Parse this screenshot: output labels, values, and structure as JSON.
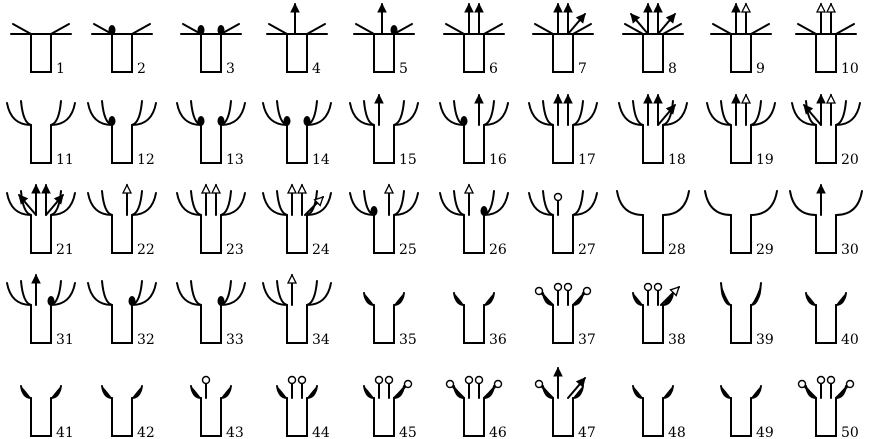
{
  "title": "",
  "figures": [
    {
      "label": "1",
      "arms": "flat",
      "marks": []
    },
    {
      "label": "2",
      "arms": "flat",
      "marks": [
        "bud-left"
      ]
    },
    {
      "label": "3",
      "arms": "flat",
      "marks": [
        "bud-left",
        "bud-right"
      ]
    },
    {
      "label": "4",
      "arms": "flat",
      "marks": [
        "arrow-left-thin"
      ]
    },
    {
      "label": "5",
      "arms": "flat",
      "marks": [
        "arrow-left-thin",
        "bud-right"
      ]
    },
    {
      "label": "6",
      "arms": "flat",
      "marks": [
        "arrow-left",
        "arrow-right"
      ]
    },
    {
      "label": "7",
      "arms": "flat",
      "marks": [
        "arrow-left",
        "arrow-right",
        "arrow-diag-right"
      ]
    },
    {
      "label": "8",
      "arms": "flat",
      "marks": [
        "arrow-diag-left",
        "arrow-left",
        "arrow-right",
        "arrow-diag-right"
      ]
    },
    {
      "label": "9",
      "arms": "flat",
      "marks": [
        "arrow-left",
        "open-arrow-right"
      ]
    },
    {
      "label": "10",
      "arms": "flat",
      "marks": [
        "open-arrow-left",
        "open-arrow-right"
      ]
    },
    {
      "label": "11",
      "arms": "cup",
      "marks": []
    },
    {
      "label": "12",
      "arms": "cup",
      "marks": [
        "bud-left"
      ]
    },
    {
      "label": "13",
      "arms": "cup",
      "marks": [
        "bud-left",
        "bud-right"
      ]
    },
    {
      "label": "14",
      "arms": "cup",
      "marks": [
        "bud-left",
        "bud-right"
      ]
    },
    {
      "label": "15",
      "arms": "cup",
      "marks": [
        "arrow-left"
      ]
    },
    {
      "label": "16",
      "arms": "cup",
      "marks": [
        "bud-left",
        "arrow-right"
      ]
    },
    {
      "label": "17",
      "arms": "cup",
      "marks": [
        "arrow-left",
        "arrow-right"
      ]
    },
    {
      "label": "18",
      "arms": "cup",
      "marks": [
        "arrow-left",
        "arrow-right",
        "arrow-diag-right"
      ]
    },
    {
      "label": "19",
      "arms": "cup",
      "marks": [
        "arrow-left",
        "open-arrow-right"
      ]
    },
    {
      "label": "20",
      "arms": "cup",
      "marks": [
        "arrow-diag-left",
        "arrow-left",
        "open-arrow-right"
      ]
    },
    {
      "label": "21",
      "arms": "cup",
      "marks": [
        "arrow-diag-left",
        "arrow-left",
        "arrow-right",
        "arrow-diag-right"
      ]
    },
    {
      "label": "22",
      "arms": "cup",
      "marks": [
        "open-arrow-right"
      ]
    },
    {
      "label": "23",
      "arms": "cup",
      "marks": [
        "open-arrow-left",
        "open-arrow-right"
      ]
    },
    {
      "label": "24",
      "arms": "cup",
      "marks": [
        "open-arrow-left",
        "open-arrow-right",
        "open-arrow-diag-right"
      ]
    },
    {
      "label": "25",
      "arms": "cup",
      "marks": [
        "bud-left",
        "open-arrow-right"
      ]
    },
    {
      "label": "26",
      "arms": "cup",
      "marks": [
        "open-arrow-left",
        "bud-right"
      ]
    },
    {
      "label": "27",
      "arms": "cup",
      "marks": [
        "circle-left"
      ]
    },
    {
      "label": "28",
      "arms": "bowl",
      "marks": []
    },
    {
      "label": "29",
      "arms": "bowl",
      "marks": []
    },
    {
      "label": "30",
      "arms": "bowl",
      "marks": [
        "arrow-left"
      ]
    },
    {
      "label": "31",
      "arms": "cup",
      "marks": [
        "arrow-left",
        "bud-right"
      ]
    },
    {
      "label": "32",
      "arms": "cup",
      "marks": [
        "bud-right"
      ]
    },
    {
      "label": "33",
      "arms": "cup",
      "marks": [
        "bud-right"
      ]
    },
    {
      "label": "34",
      "arms": "cup",
      "marks": [
        "open-arrow-left"
      ]
    },
    {
      "label": "35",
      "arms": "stub",
      "marks": []
    },
    {
      "label": "36",
      "arms": "stub",
      "marks": []
    },
    {
      "label": "37",
      "arms": "stub",
      "marks": [
        "circle-diag-left",
        "circle-left",
        "circle-right",
        "circle-diag-right"
      ]
    },
    {
      "label": "38",
      "arms": "stub",
      "marks": [
        "circle-left",
        "circle-right",
        "open-arrow-diag-right"
      ]
    },
    {
      "label": "39",
      "arms": "stub-tall",
      "marks": []
    },
    {
      "label": "40",
      "arms": "stub",
      "marks": []
    },
    {
      "label": "41",
      "arms": "stub",
      "marks": []
    },
    {
      "label": "42",
      "arms": "stub",
      "marks": []
    },
    {
      "label": "43",
      "arms": "stub",
      "marks": [
        "circle-left"
      ]
    },
    {
      "label": "44",
      "arms": "stub",
      "marks": [
        "circle-left",
        "circle-right"
      ]
    },
    {
      "label": "45",
      "arms": "stub",
      "marks": [
        "circle-left",
        "circle-right",
        "circle-diag-right"
      ]
    },
    {
      "label": "46",
      "arms": "stub",
      "marks": [
        "circle-diag-left",
        "circle-left",
        "circle-right",
        "circle-diag-right"
      ]
    },
    {
      "label": "47",
      "arms": "stub",
      "marks": [
        "circle-diag-left",
        "arrow-left",
        "arrow-diag-right"
      ]
    },
    {
      "label": "48",
      "arms": "stub",
      "marks": []
    },
    {
      "label": "49",
      "arms": "stub",
      "marks": []
    },
    {
      "label": "50",
      "arms": "stub",
      "marks": [
        "circle-diag-left",
        "circle-left",
        "circle-right",
        "circle-diag-right"
      ]
    }
  ]
}
